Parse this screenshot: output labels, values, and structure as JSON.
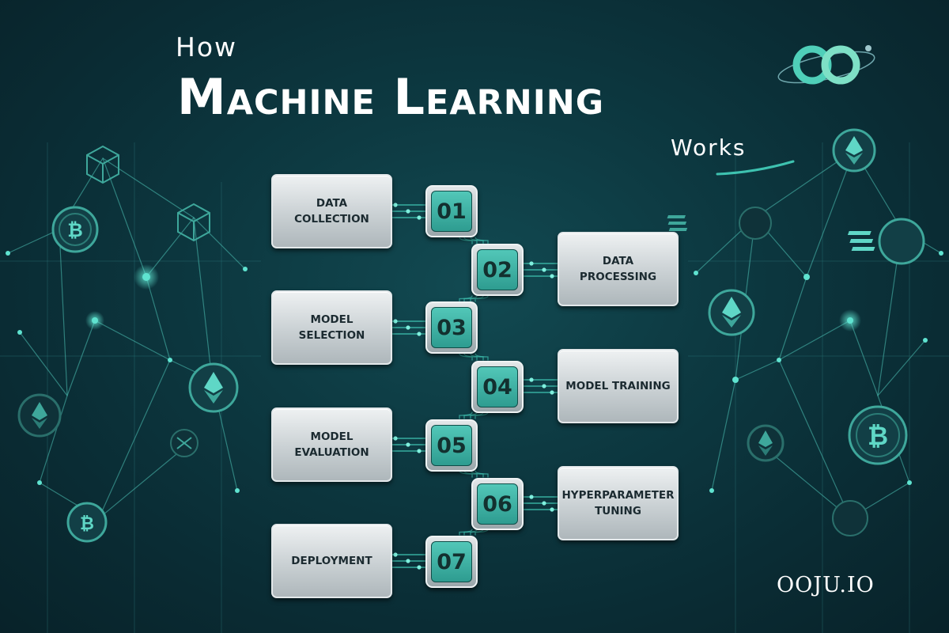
{
  "title": {
    "line1": "How",
    "line2": "Machine Learning",
    "line3": "Works"
  },
  "brand": "OOJU.IO",
  "steps": [
    {
      "number": "01",
      "label": "DATA COLLECTION",
      "side": "left"
    },
    {
      "number": "02",
      "label": "DATA PROCESSING",
      "side": "right"
    },
    {
      "number": "03",
      "label": "MODEL SELECTION",
      "side": "left"
    },
    {
      "number": "04",
      "label": "MODEL TRAINING",
      "side": "right"
    },
    {
      "number": "05",
      "label": "MODEL EVALUATION",
      "side": "left"
    },
    {
      "number": "06",
      "label": "HYPERPARAMETER TUNING",
      "side": "right"
    },
    {
      "number": "07",
      "label": "DEPLOYMENT",
      "side": "left"
    }
  ],
  "colors": {
    "background": "#0d3a42",
    "accent": "#3ec2b0",
    "box": "#c9d0d3",
    "text": "#ffffff"
  },
  "icons": {
    "logo": "infinity-logo",
    "background_coins": [
      "bitcoin-icon",
      "ethereum-icon",
      "solana-icon",
      "cube-icon"
    ]
  }
}
